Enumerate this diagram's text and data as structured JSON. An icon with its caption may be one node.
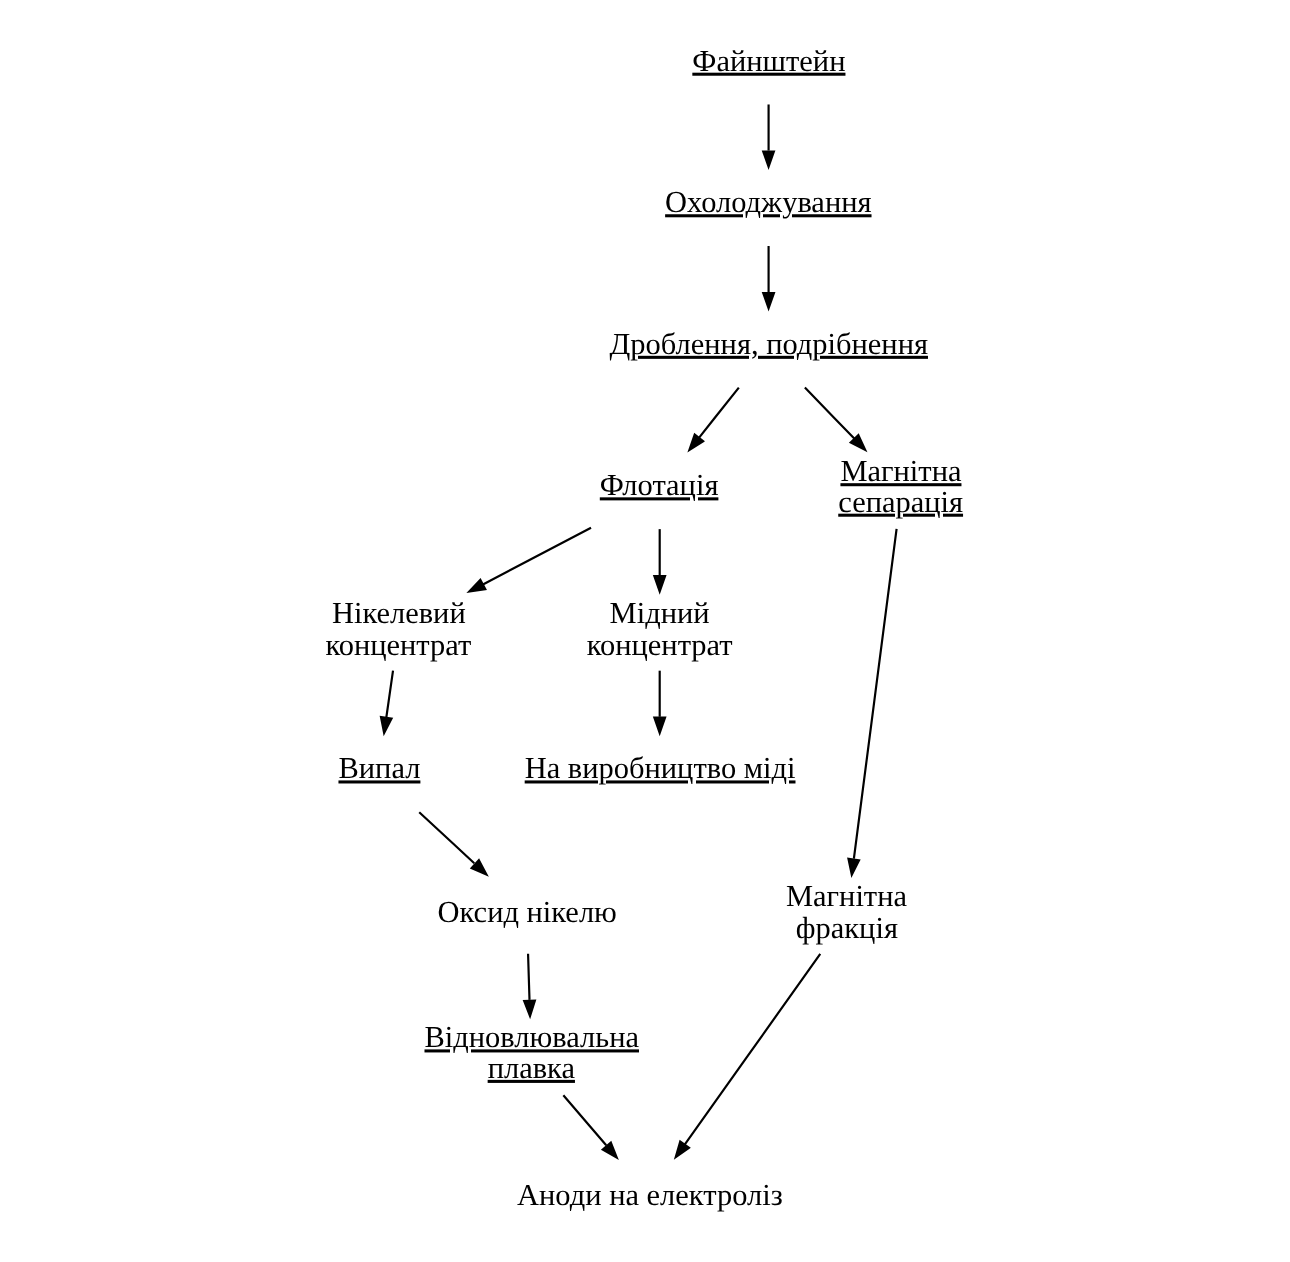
{
  "diagram": {
    "nodes": [
      {
        "text": [
          "Файнштейн"
        ]
      },
      {
        "text": [
          "Охолоджування"
        ]
      },
      {
        "text": [
          "Дроблення, подрібнення"
        ]
      },
      {
        "text": [
          "Флотація"
        ]
      },
      {
        "text": [
          "Магнітна сепарація"
        ]
      },
      {
        "text": [
          "Нікелевий концентрат"
        ]
      },
      {
        "text": [
          "Мідний концентрат"
        ]
      },
      {
        "text": [
          "Магнітна фракція"
        ]
      },
      {
        "text": [
          "Випал"
        ]
      },
      {
        "text": [
          "На виробництво міді"
        ]
      },
      {
        "text": [
          "Оксид нікелю"
        ]
      },
      {
        "text": [
          "Відновлювальна плавка"
        ]
      },
      {
        "text": [
          "Аноди на електроліз"
        ]
      }
    ],
    "edges": [
      {
        "from": 0,
        "to": 1,
        "arrow": "to"
      },
      {
        "from": 1,
        "to": 2,
        "arrow": "to"
      },
      {
        "from": 2,
        "to": 3,
        "arrow": "to"
      },
      {
        "from": 2,
        "to": 4,
        "arrow": "to"
      },
      {
        "from": 3,
        "to": 5,
        "arrow": "to"
      },
      {
        "from": 3,
        "to": 6,
        "arrow": "to"
      },
      {
        "from": 4,
        "to": 7,
        "arrow": "to"
      },
      {
        "from": 5,
        "to": 8,
        "arrow": "to"
      },
      {
        "from": 6,
        "to": 9,
        "arrow": "to"
      },
      {
        "from": 8,
        "to": 10,
        "arrow": "to"
      },
      {
        "from": 10,
        "to": 11,
        "arrow": "to"
      },
      {
        "from": 11,
        "to": 12,
        "arrow": "to"
      },
      {
        "from": 7,
        "to": 12,
        "arrow": "to"
      }
    ]
  }
}
